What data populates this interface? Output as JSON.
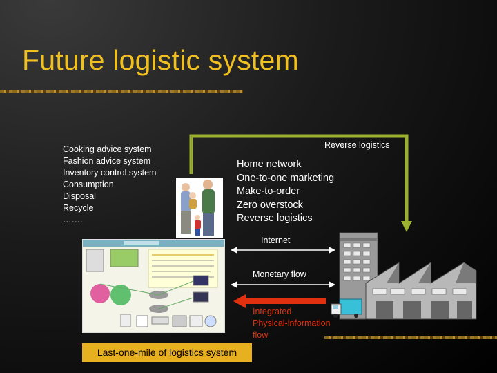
{
  "slide": {
    "title": "Future logistic system",
    "left_list": [
      "Cooking advice system",
      "Fashion advice system",
      "Inventory control system",
      "Consumption",
      "Disposal",
      "Recycle",
      "……."
    ],
    "center_list": [
      "Home network",
      "One-to-one marketing",
      "Make-to-order",
      "Zero overstock",
      "Reverse logistics"
    ],
    "reverse_label": "Reverse logistics",
    "internet_label": "Internet",
    "monetary_label": "Monetary flow",
    "integrated_lines": [
      "Integrated",
      "Physical-information",
      "flow"
    ],
    "caption": "Last-one-mile of logistics system",
    "colors": {
      "title": "#f0c020",
      "arrow_frame": "#9cb030",
      "red_flow": "#e03010",
      "caption_bg": "#e6b020"
    },
    "icons": [
      "people-illustration",
      "home-network-diagram",
      "factory-building",
      "delivery-truck"
    ]
  }
}
